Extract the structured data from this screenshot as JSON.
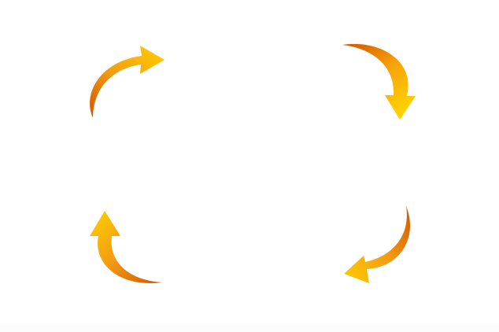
{
  "diagram": {
    "kind": "cycle",
    "arrow_count": 4,
    "direction": "clockwise",
    "colors": {
      "background": "#ffffff",
      "gradient_dark": "#d35400",
      "gradient_mid": "#f39c12",
      "gradient_light": "#ffd000"
    },
    "arrows": [
      {
        "id": "top-left",
        "icon": "curved-arrow-up-right-icon"
      },
      {
        "id": "top-right",
        "icon": "curved-arrow-down-icon"
      },
      {
        "id": "bottom-right",
        "icon": "curved-arrow-down-left-icon"
      },
      {
        "id": "bottom-left",
        "icon": "curved-arrow-up-icon"
      }
    ]
  }
}
